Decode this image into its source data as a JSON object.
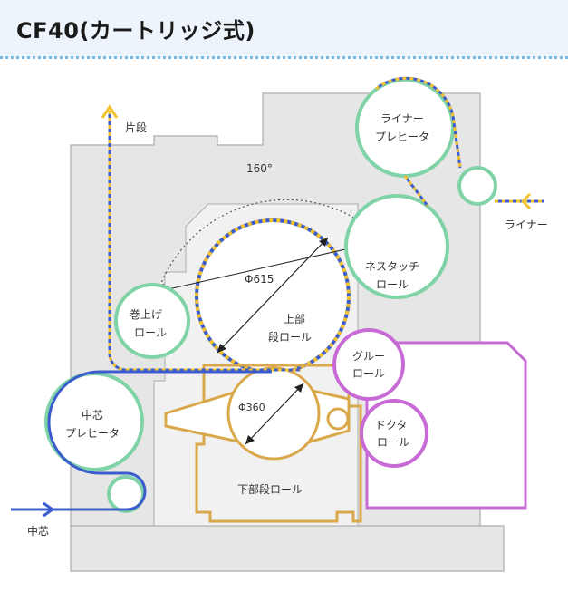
{
  "header": {
    "title": "CF40(カートリッジ式)"
  },
  "diagram": {
    "labels": {
      "single_face": "片段",
      "angle": "160°",
      "liner": "ライナー",
      "medium": "中芯",
      "liner_preheater_1": "ライナー",
      "liner_preheater_2": "プレヒータ",
      "press_roll_1": "ネスタッチ",
      "press_roll_2": "ロール",
      "upper_roll_dim": "Φ615",
      "upper_roll_1": "上部",
      "upper_roll_2": "段ロール",
      "takeup_1": "巻上げ",
      "takeup_2": "ロール",
      "glue_1": "グルー",
      "glue_2": "ロール",
      "doctor_1": "ドクタ",
      "doctor_2": "ロール",
      "medium_preheater_1": "中芯",
      "medium_preheater_2": "プレヒータ",
      "lower_roll_dim": "Φ360",
      "lower_roll": "下部段ロール"
    },
    "colors": {
      "frame": "#e6e6e6",
      "frame_stroke": "#b8b8b8",
      "green": "#7fd3a6",
      "blue": "#3b5ccc",
      "yellow": "#f2c230",
      "tan": "#d9a84a",
      "purple": "#c86ad6",
      "dark": "#222222"
    }
  }
}
